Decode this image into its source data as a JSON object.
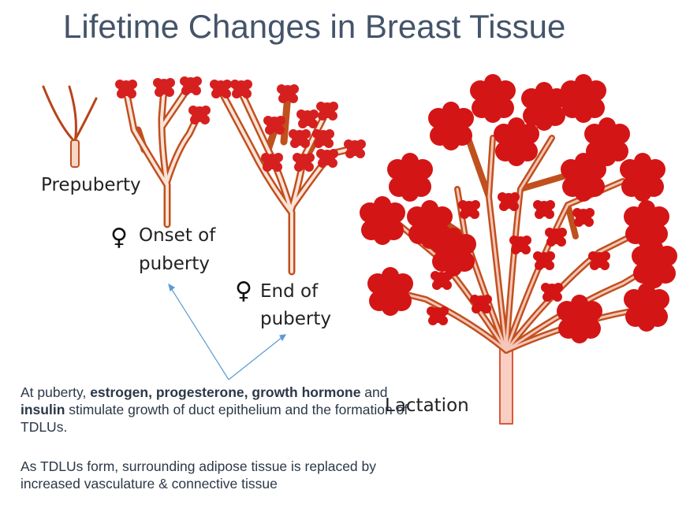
{
  "title": "Lifetime Changes in Breast Tissue",
  "stages": {
    "prepuberty": "Prepuberty",
    "onset_line1": "Onset of",
    "onset_line2": "puberty",
    "end_line1": "End of",
    "end_line2": "puberty",
    "lactation": "Lactation",
    "female_symbol": "♀"
  },
  "paragraph1": {
    "t1": "At puberty, ",
    "b1": "estrogen, progesterone, growth hormone",
    "t2": " and ",
    "b2": "insulin",
    "t3": " stimulate growth of duct epithelium and the formation of TDLUs."
  },
  "paragraph2": "As TDLUs form, surrounding adipose tissue is replaced by increased vasculature & connective tissue",
  "colors": {
    "title": "#44546a",
    "duct": "#c0501e",
    "lobule": "#d01818",
    "arrow": "#5b9bd5",
    "text": "#2b3848"
  },
  "icons": [
    "female-symbol-icon"
  ]
}
